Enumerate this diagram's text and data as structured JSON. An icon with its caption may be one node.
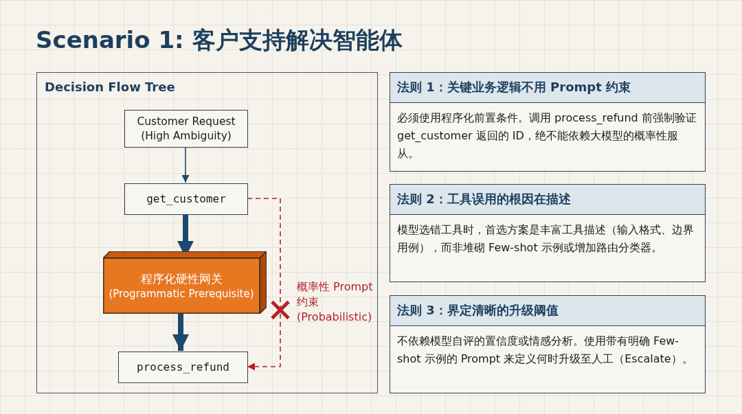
{
  "diagram": {
    "title": "Scenario 1: 客户支持解决智能体",
    "nodes": [
      {
        "text": [
          "Decision Flow Tree"
        ]
      },
      {
        "text": [
          "Customer Request (High Ambiguity)"
        ],
        "in": 0
      },
      {
        "text": [
          "get_customer"
        ],
        "in": 0
      },
      {
        "text": [
          "程序化硬性网关",
          "(Programmatic Prerequisite)"
        ],
        "in": 0
      },
      {
        "text": [
          "process_refund"
        ],
        "in": 0
      },
      {
        "text": [
          "法则 1：关键业务逻辑不用 Prompt 约束",
          "必须使用程序化前置条件。调用 process_refund 前强制验证 get_customer 返回的 ID，绝不能依赖大模型的概率性服从。"
        ]
      },
      {
        "text": [
          "法则 2：工具误用的根因在描述",
          "模型选错工具时，首选方案是丰富工具描述（输入格式、边界用例），而非堆砌 Few-shot 示例或增加路由分类器。"
        ]
      },
      {
        "text": [
          "法则 3：界定清晰的升级阈值",
          "不依赖模型自评的置信度或情感分析。使用带有明确 Few-shot 示例的 Prompt 来定义何时升级至人工（Escalate）。"
        ]
      }
    ],
    "edges": [
      {
        "from": 1,
        "to": 2,
        "arrow": "to"
      },
      {
        "from": 2,
        "to": 3,
        "arrow": "to",
        "style": "thick"
      },
      {
        "from": 3,
        "to": 4,
        "arrow": "to",
        "style": "thick"
      },
      {
        "from": 2,
        "to": 4,
        "arrow": "to",
        "style": "dashed",
        "color": "#b3202a",
        "label": "概率性 Prompt 约束 (Probabilistic)"
      }
    ]
  }
}
